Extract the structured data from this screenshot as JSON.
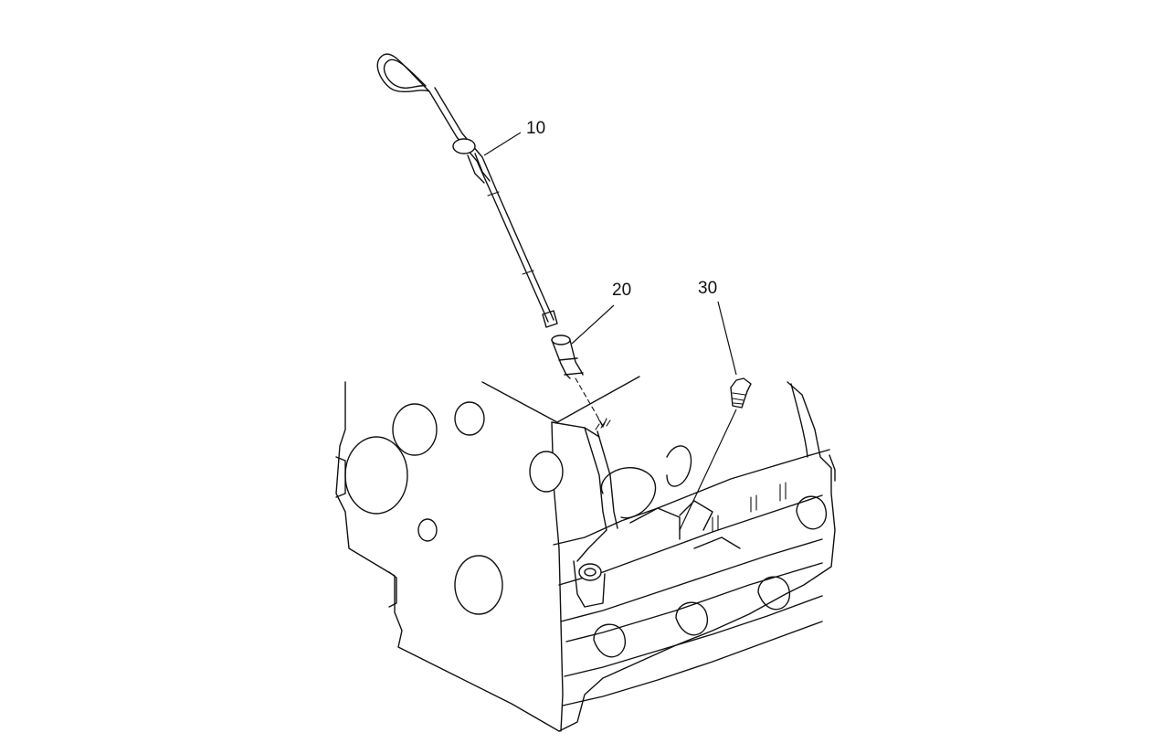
{
  "diagram": {
    "callouts": [
      {
        "id": "c10",
        "label": "10"
      },
      {
        "id": "c20",
        "label": "20"
      },
      {
        "id": "c30",
        "label": "30"
      }
    ],
    "parts": [
      {
        "callout": "10",
        "icon": "dipstick-icon"
      },
      {
        "callout": "20",
        "icon": "dipstick-tube-icon"
      },
      {
        "callout": "30",
        "icon": "plug-icon"
      }
    ]
  }
}
